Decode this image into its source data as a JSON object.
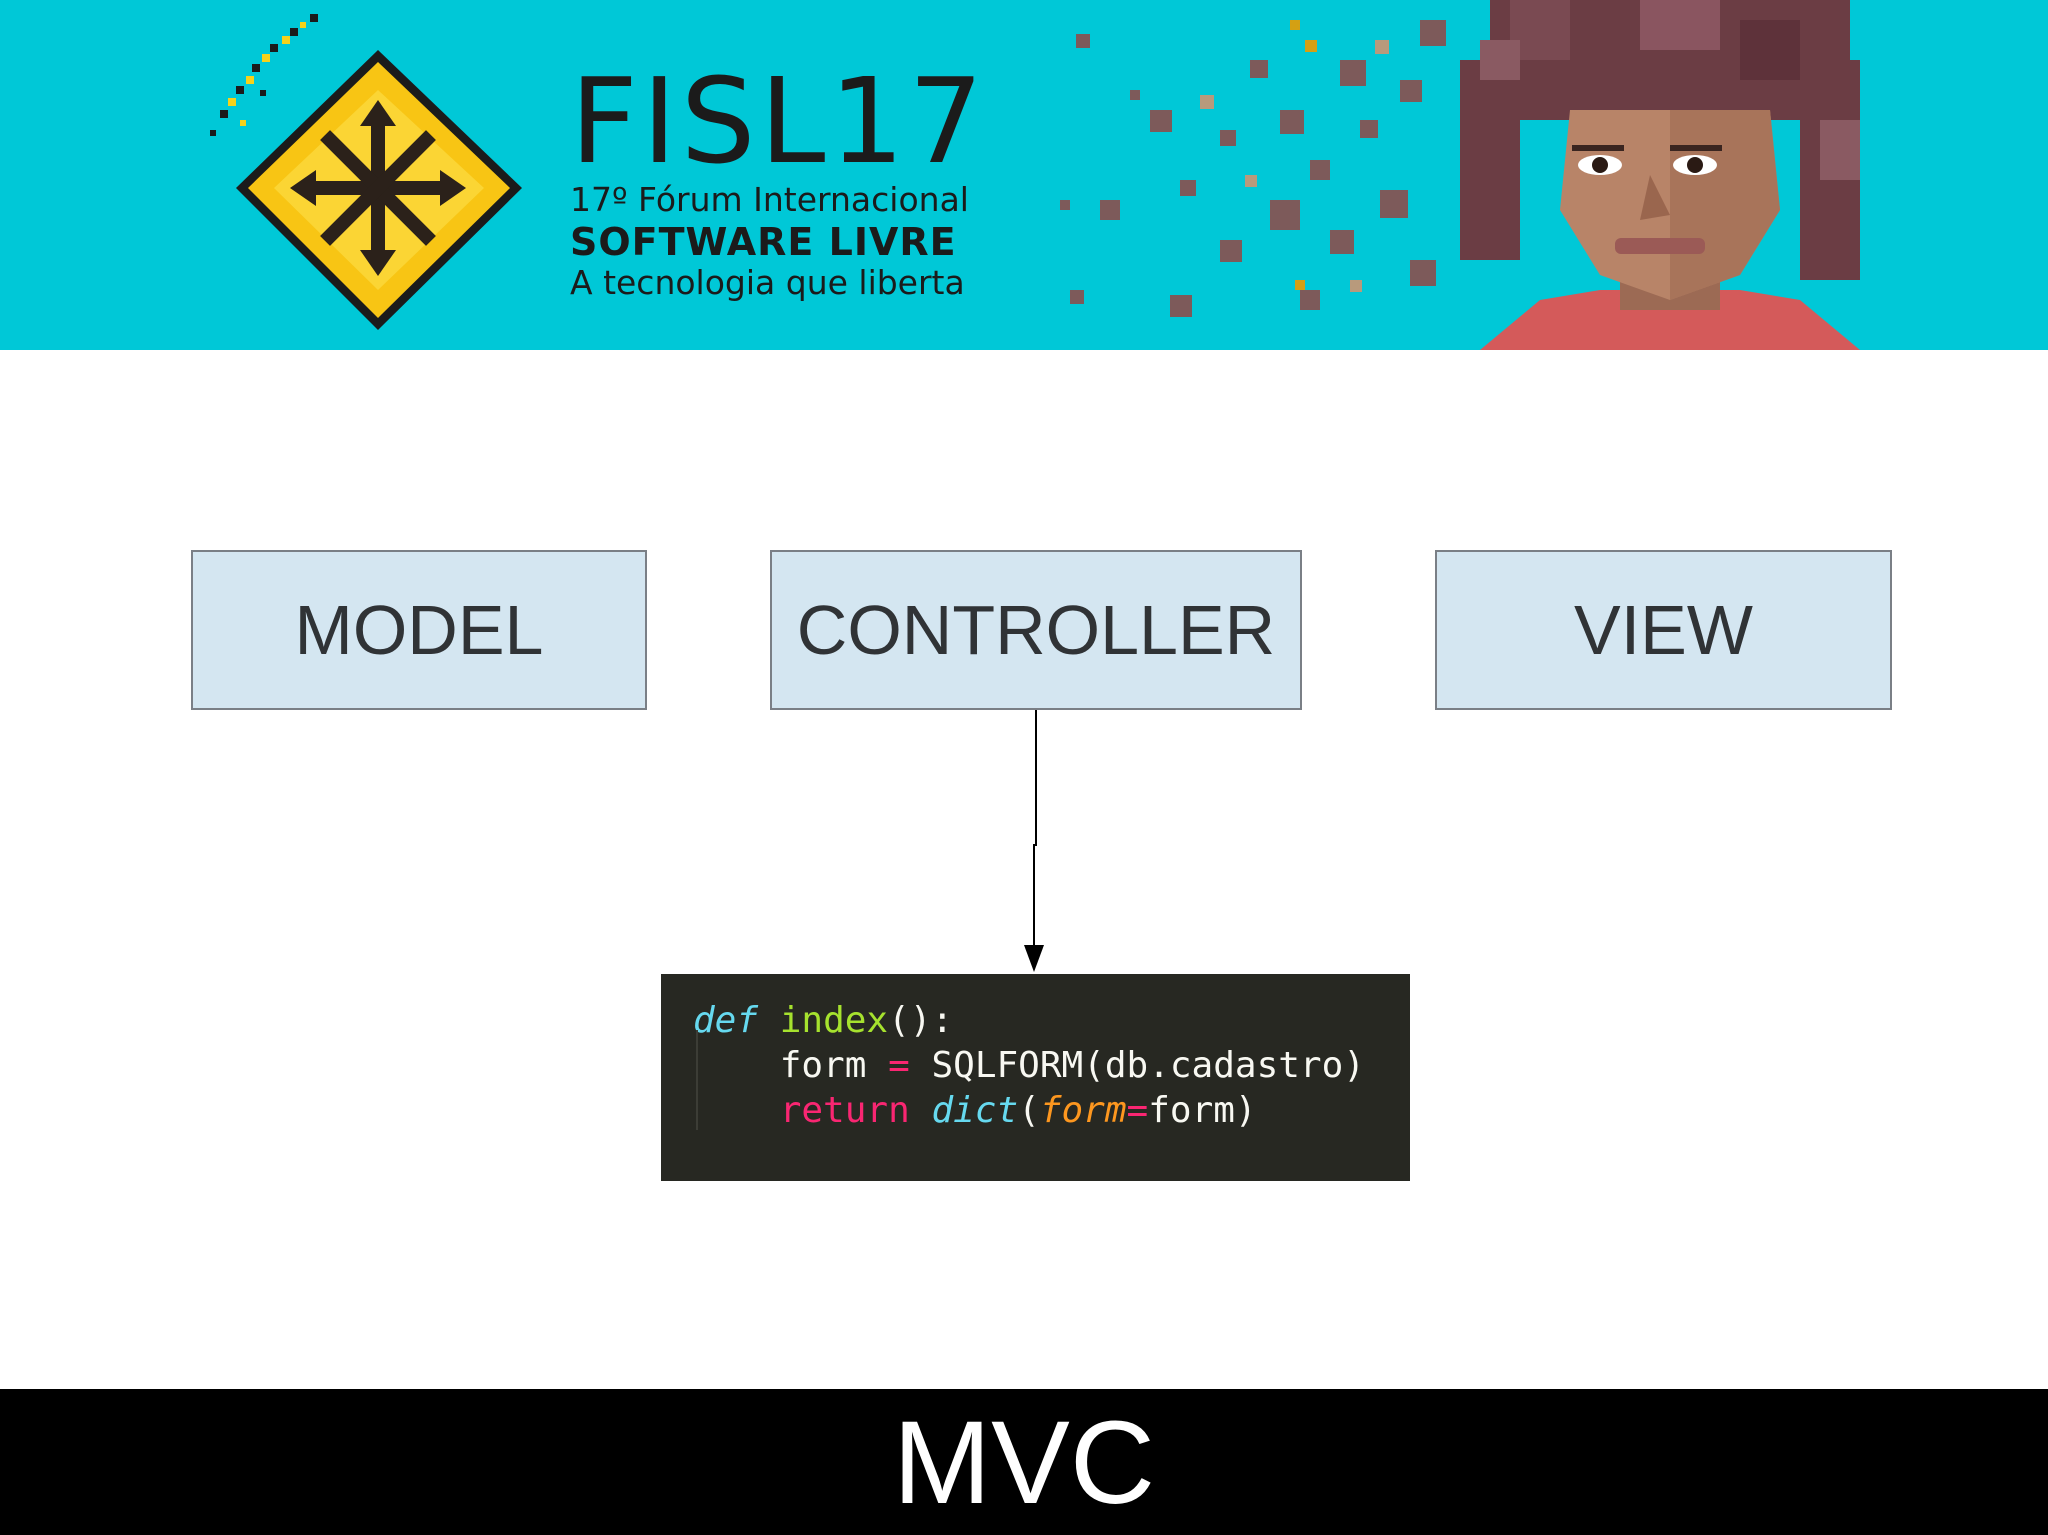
{
  "banner": {
    "title": "FISL17",
    "line1": "17º Fórum Internacional",
    "line2": "SOFTWARE LIVRE",
    "line3": "A tecnologia que liberta",
    "background_color": "#00c8d7",
    "logo_icon": "pixel-diamond-arrows-icon",
    "art": "pixel-art-woman-portrait"
  },
  "diagram": {
    "boxes": [
      {
        "label": "MODEL"
      },
      {
        "label": "CONTROLLER"
      },
      {
        "label": "VIEW"
      }
    ],
    "box_color": "#d4e6f1",
    "edges": [
      {
        "from": "CONTROLLER",
        "to": "code-snippet"
      }
    ]
  },
  "code": {
    "line1": {
      "kw": "def",
      "name": "index",
      "rest": "():"
    },
    "line2": {
      "lhs": "form",
      "op": "=",
      "rhs": "SQLFORM(db.cadastro)"
    },
    "line3": {
      "kw": "return",
      "fn": "dict",
      "open": "(",
      "param": "form",
      "op": "=",
      "arg": "form",
      "close": ")"
    }
  },
  "footer": {
    "title": "MVC"
  }
}
